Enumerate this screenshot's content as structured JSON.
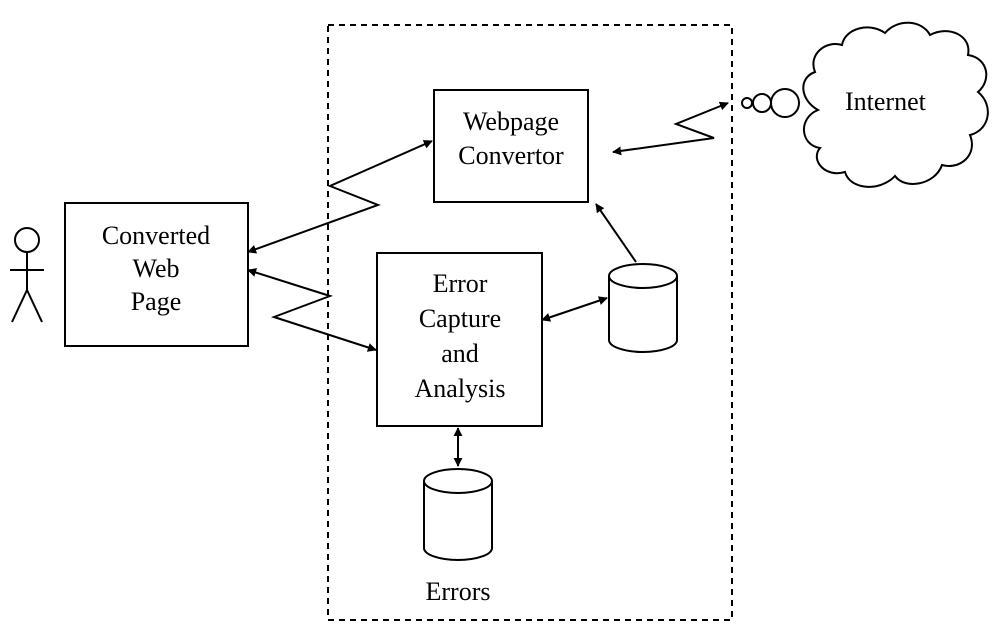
{
  "diagram": {
    "nodes": {
      "webpage_convertor": {
        "lines": [
          "Webpage",
          "Convertor"
        ]
      },
      "converted_web_page": {
        "lines": [
          "Converted",
          "Web",
          "Page"
        ]
      },
      "error_capture": {
        "lines": [
          "Error",
          "Capture",
          "and",
          "Analysis"
        ]
      },
      "internet": {
        "label": "Internet"
      },
      "errors_db": {
        "label": "Errors"
      },
      "config_db": {
        "label": ""
      },
      "user": {
        "label": ""
      }
    },
    "edges": [
      {
        "from": "converted_web_page",
        "to": "webpage_convertor",
        "style": "lightning",
        "direction": "both"
      },
      {
        "from": "converted_web_page",
        "to": "error_capture",
        "style": "lightning",
        "direction": "both"
      },
      {
        "from": "webpage_convertor",
        "to": "internet",
        "style": "lightning",
        "direction": "both"
      },
      {
        "from": "error_capture",
        "to": "config_db",
        "style": "straight",
        "direction": "both"
      },
      {
        "from": "config_db",
        "to": "webpage_convertor",
        "style": "straight",
        "direction": "forward"
      },
      {
        "from": "error_capture",
        "to": "errors_db",
        "style": "straight",
        "direction": "both"
      }
    ],
    "boundary": {
      "style": "dashed"
    }
  }
}
